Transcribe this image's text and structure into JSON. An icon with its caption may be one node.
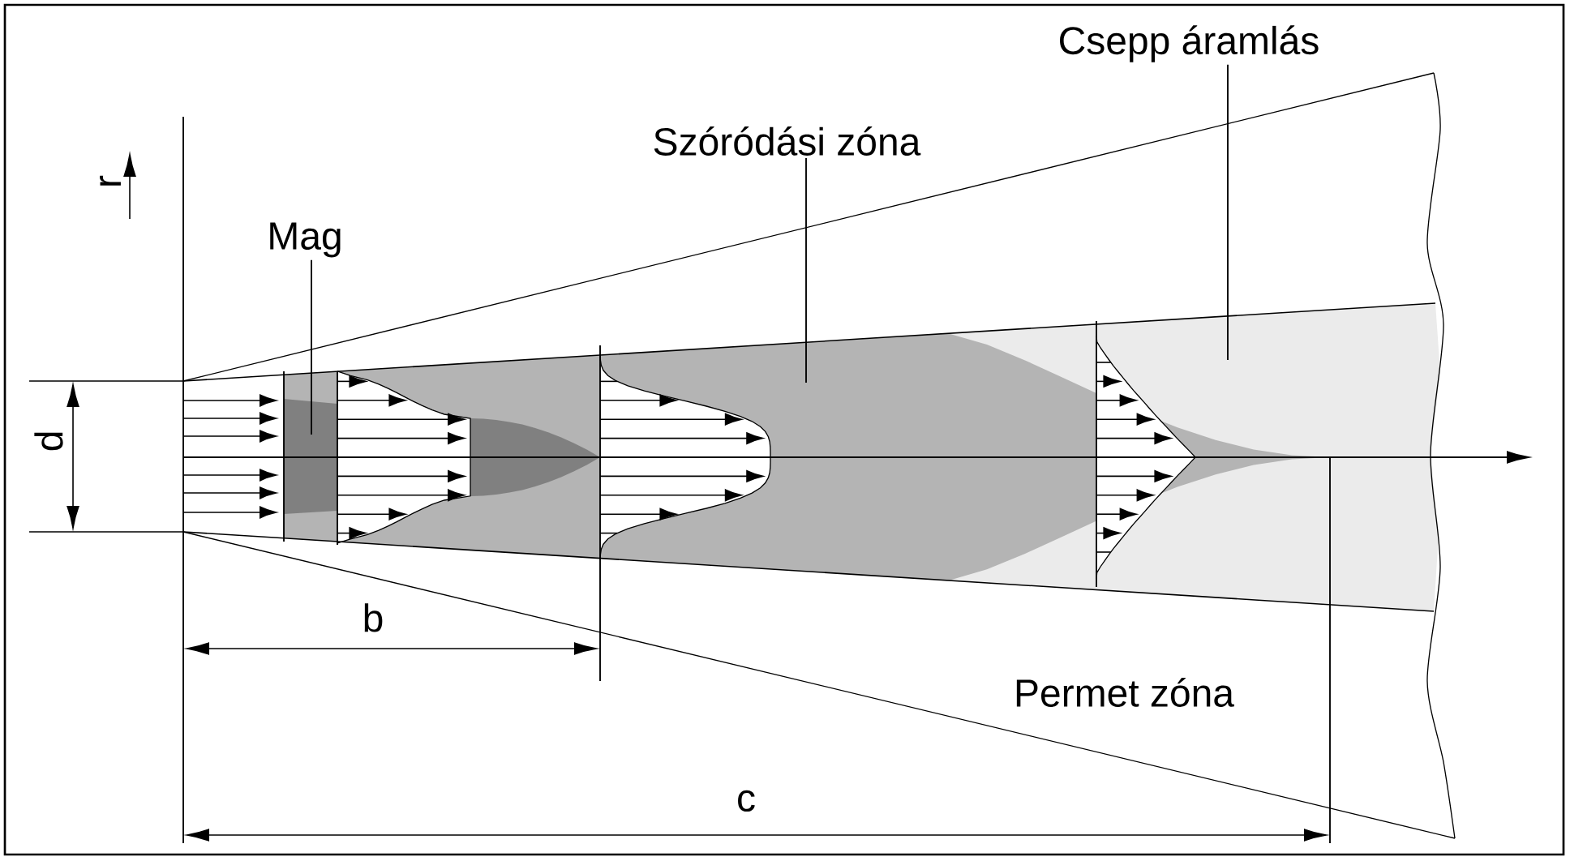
{
  "diagram": {
    "nodes": [
      {
        "text": [
          "Mag"
        ]
      },
      {
        "text": [
          "Szóródási zóna"
        ]
      },
      {
        "text": [
          "Csepp áramlás"
        ]
      }
    ],
    "edges": [
      {
        "from": 0,
        "to": null,
        "arrow": "none"
      },
      {
        "from": 1,
        "to": null,
        "arrow": "none"
      },
      {
        "from": 2,
        "to": null,
        "arrow": "none"
      }
    ],
    "labels": [
      "r",
      "d",
      "b",
      "Permet zóna",
      "c"
    ]
  }
}
